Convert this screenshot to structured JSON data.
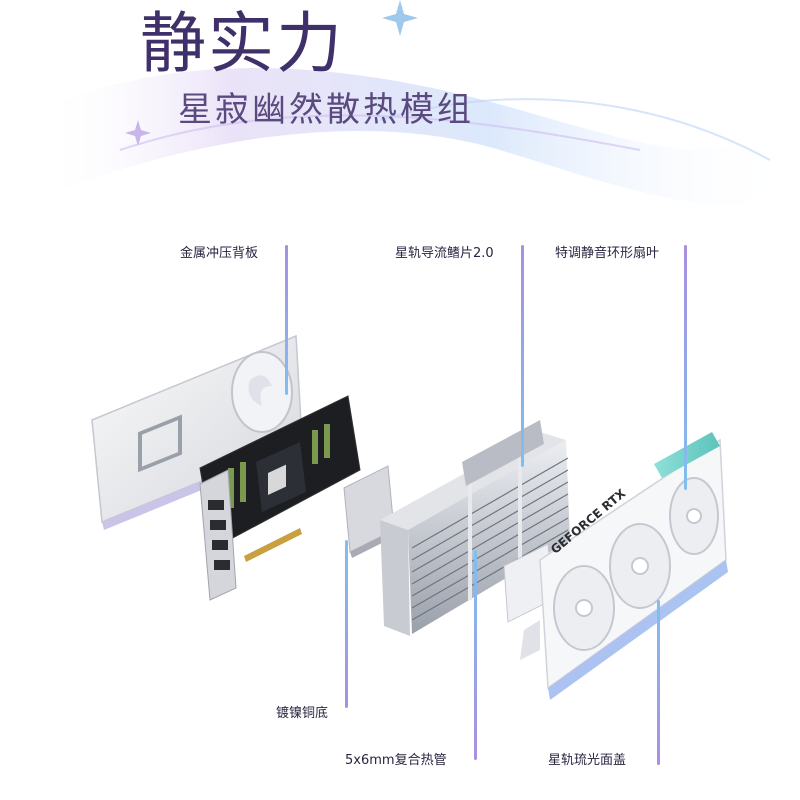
{
  "heading": {
    "title": "静实力",
    "subtitle": "星寂幽然散热模组"
  },
  "labels": {
    "backplate": "金属冲压背板",
    "fins": "星轨导流鳍片2.0",
    "fans": "特调静音环形扇叶",
    "baseplate": "镀镍铜底",
    "heatpipes": "5x6mm复合热管",
    "shroud": "星轨琉光面盖"
  },
  "product": {
    "shroud_text": "GEFORCE RTX"
  },
  "colors": {
    "title": "#40306a",
    "leader_purple": "#a98fe0",
    "leader_blue": "#7fc0f0",
    "accent_teal": "#7fd6cf"
  }
}
